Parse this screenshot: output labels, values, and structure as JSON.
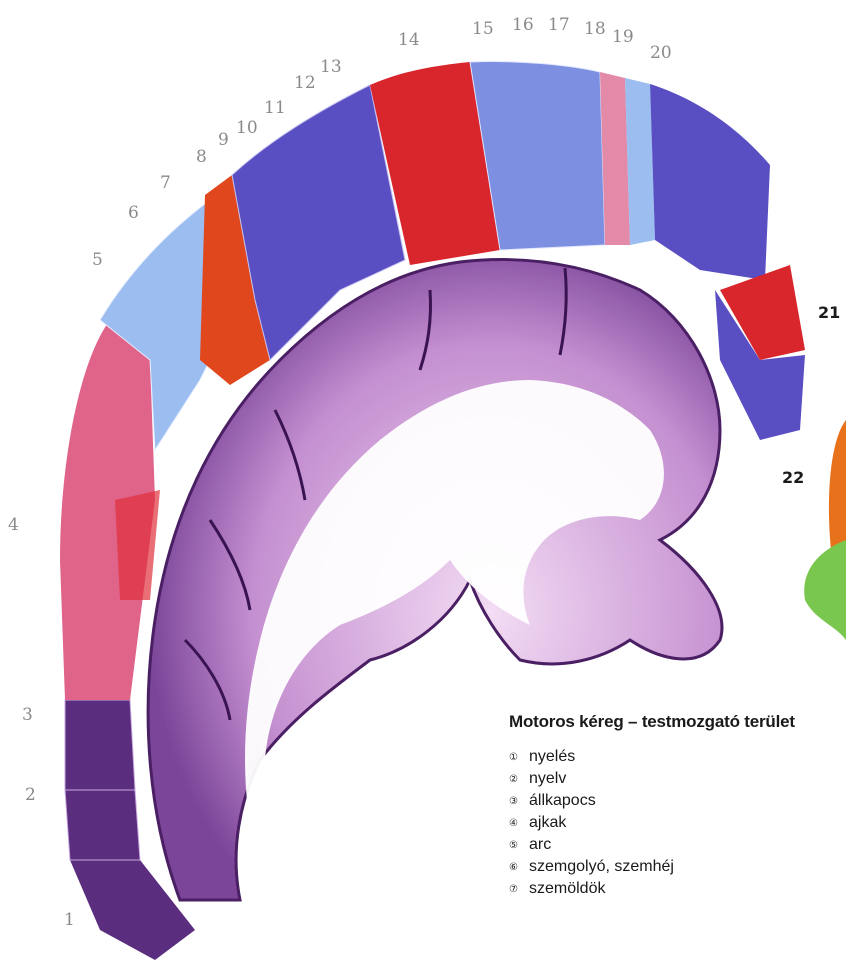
{
  "figure": {
    "title": "Motoros kéreg – testmozgató terület",
    "colors": {
      "dark_purple": "#5b2d7e",
      "blue_violet": "#5a4fc2",
      "light_blue": "#9bbdf0",
      "pink": "#e0638a",
      "red": "#d9262c",
      "orange_red": "#e0471c",
      "cortex_purple": "#7b4599",
      "cortex_light": "#d8aee0",
      "green": "#7ac74f",
      "orange": "#e8721c"
    }
  },
  "region_numbers": [
    "1",
    "2",
    "3",
    "4",
    "5",
    "6",
    "7",
    "8",
    "9",
    "10",
    "11",
    "12",
    "13",
    "14",
    "15",
    "16",
    "17",
    "18",
    "19",
    "20",
    "21",
    "22"
  ],
  "legend": {
    "items": [
      {
        "num": "①",
        "label": "nyelés"
      },
      {
        "num": "②",
        "label": "nyelv"
      },
      {
        "num": "③",
        "label": "állkapocs"
      },
      {
        "num": "④",
        "label": "ajkak"
      },
      {
        "num": "⑤",
        "label": "arc"
      },
      {
        "num": "⑥",
        "label": "szemgolyó, szemhéj"
      },
      {
        "num": "⑦",
        "label": "szemöldök"
      }
    ]
  }
}
